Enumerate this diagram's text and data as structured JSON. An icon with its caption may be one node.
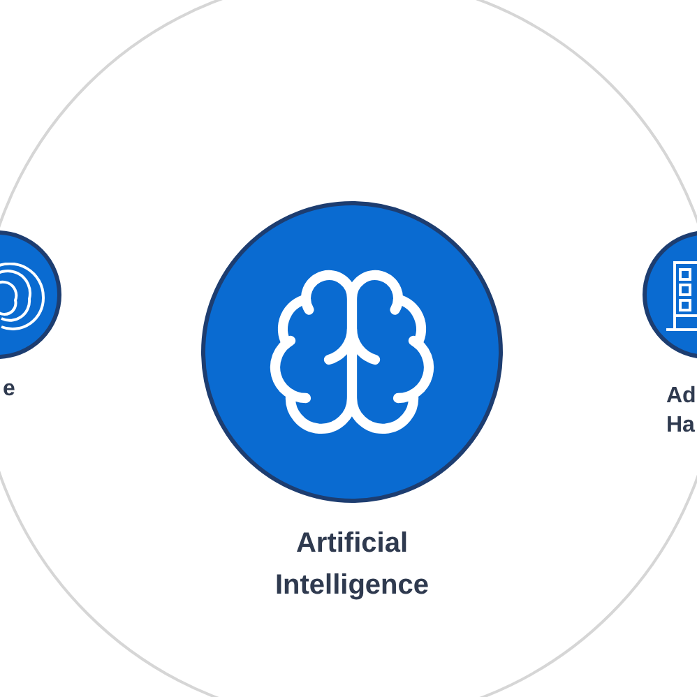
{
  "diagram": {
    "nodes": [
      {
        "text": [],
        "shape": "circle"
      },
      {
        "text": [
          "e"
        ],
        "in": 0
      },
      {
        "text": [
          "Artificial Intelligence"
        ],
        "in": 0
      },
      {
        "text": [
          "Ad Ha"
        ],
        "in": 0
      }
    ]
  }
}
